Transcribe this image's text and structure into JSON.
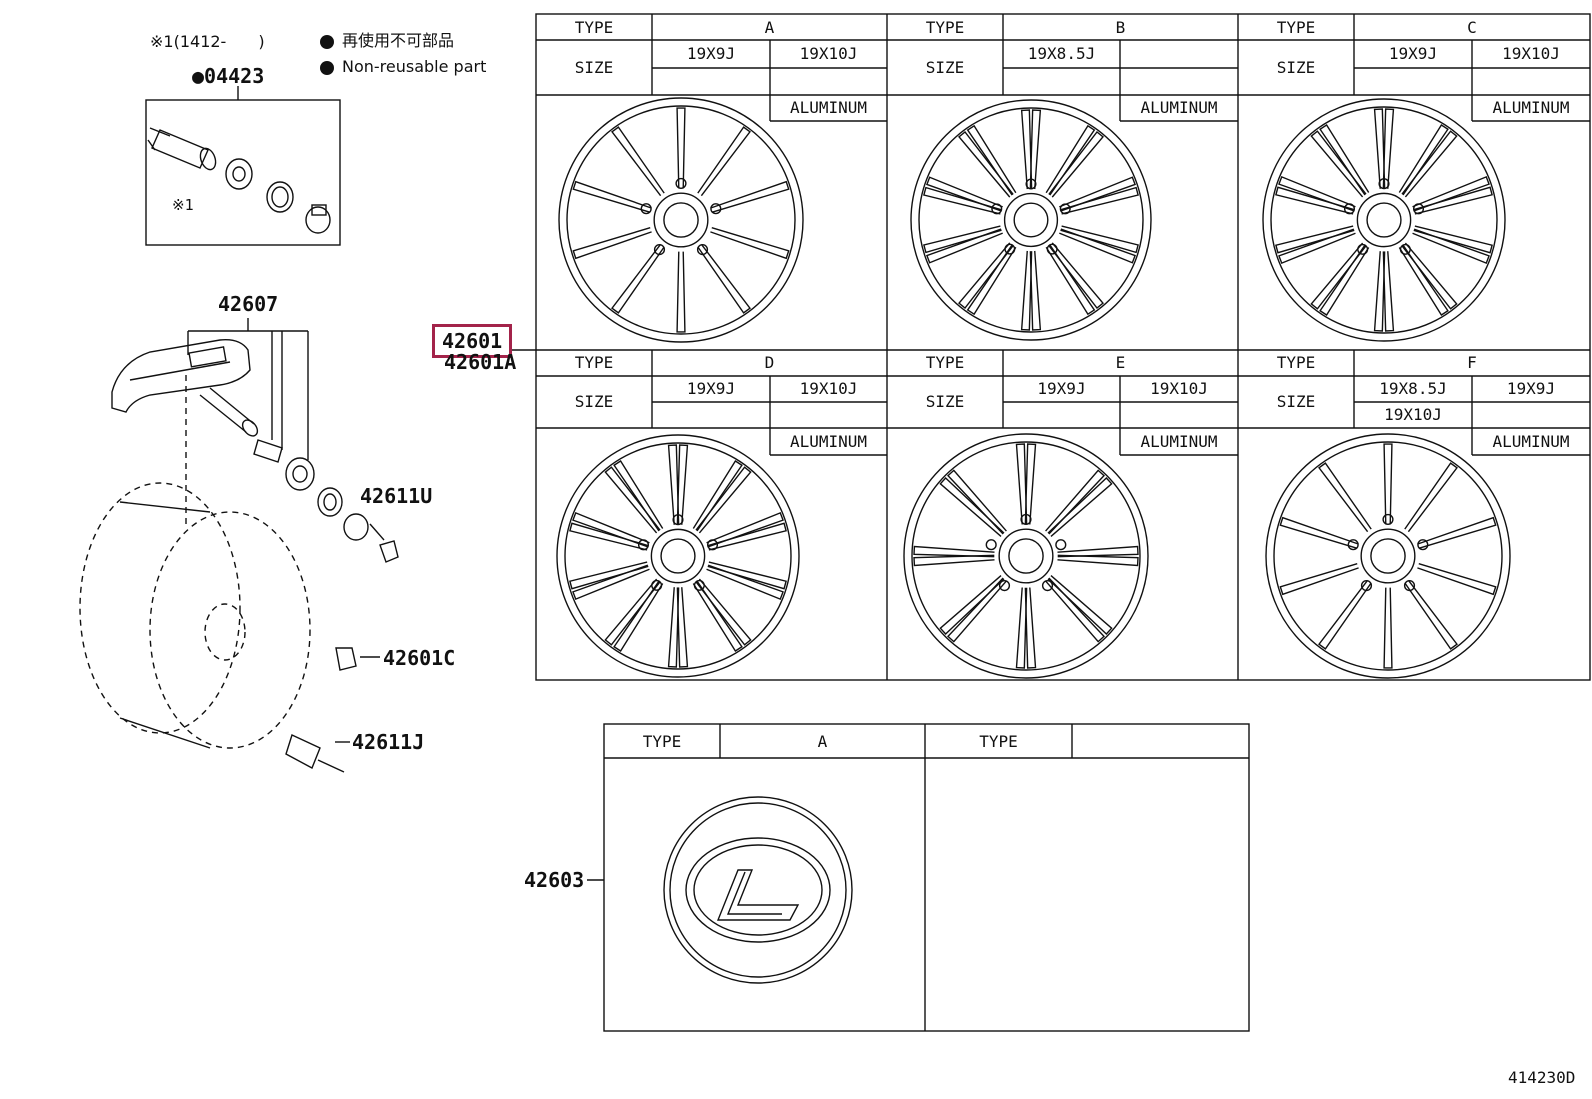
{
  "legend": {
    "note1": "※1(1412-　　)",
    "non_reusable_jp": "再使用不可部品",
    "non_reusable_en": "Non-reusable part"
  },
  "parts": {
    "p04423": "●04423",
    "star1": "※1",
    "p42607": "42607",
    "p42611U": "42611U",
    "p42601C": "42601C",
    "p42611J": "42611J",
    "p42601": "42601",
    "p42601A": "42601A",
    "p42603": "42603"
  },
  "wheel_table": {
    "type_label": "TYPE",
    "size_label": "SIZE",
    "material": "ALUMINUM",
    "types": [
      {
        "code": "A",
        "sizes": [
          "19X9J",
          "19X10J"
        ]
      },
      {
        "code": "B",
        "sizes": [
          "19X8.5J"
        ]
      },
      {
        "code": "C",
        "sizes": [
          "19X9J",
          "19X10J"
        ]
      },
      {
        "code": "D",
        "sizes": [
          "19X9J",
          "19X10J"
        ]
      },
      {
        "code": "E",
        "sizes": [
          "19X9J",
          "19X10J"
        ]
      },
      {
        "code": "F",
        "sizes": [
          "19X8.5J",
          "19X9J",
          "19X10J"
        ]
      }
    ]
  },
  "cap_table": {
    "type_label": "TYPE",
    "type_a": "A"
  },
  "diagram_id": "414230D",
  "colors": {
    "line": "#111111",
    "highlight": "#a3234a"
  }
}
